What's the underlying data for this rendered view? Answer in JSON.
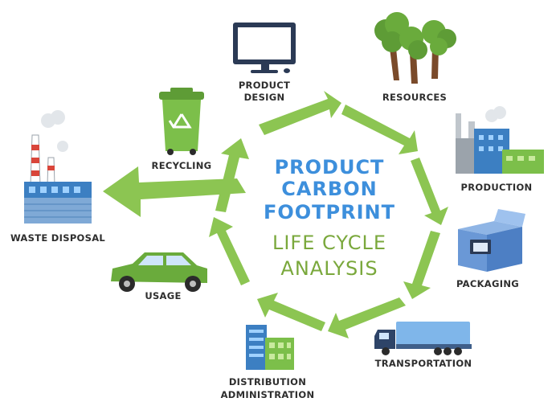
{
  "center": {
    "title_lines": [
      "PRODUCT",
      "CARBON",
      "FOOTPRINT"
    ],
    "subtitle_lines": [
      "LIFE CYCLE",
      "ANALYSIS"
    ],
    "title_color": "#3d8fdc",
    "subtitle_color": "#7aa83c"
  },
  "colors": {
    "arrow": "#8cc552",
    "arrow_dark": "#6fa43a"
  },
  "stages": {
    "product_design": {
      "lines": [
        "PRODUCT",
        "DESIGN"
      ],
      "icon": "computer-monitor-icon"
    },
    "resources": {
      "lines": [
        "RESOURCES"
      ],
      "icon": "trees-icon"
    },
    "production": {
      "lines": [
        "PRODUCTION"
      ],
      "icon": "factory-icon"
    },
    "packaging": {
      "lines": [
        "PACKAGING"
      ],
      "icon": "box-icon"
    },
    "transportation": {
      "lines": [
        "TRANSPORTATION"
      ],
      "icon": "truck-icon"
    },
    "distribution": {
      "lines": [
        "DISTRIBUTION",
        "ADMINISTRATION"
      ],
      "icon": "office-building-icon"
    },
    "usage": {
      "lines": [
        "USAGE"
      ],
      "icon": "car-icon"
    },
    "recycling": {
      "lines": [
        "RECYCLING"
      ],
      "icon": "recycling-bin-icon"
    },
    "waste_disposal": {
      "lines": [
        "WASTE DISPOSAL"
      ],
      "icon": "power-plant-icon"
    }
  }
}
